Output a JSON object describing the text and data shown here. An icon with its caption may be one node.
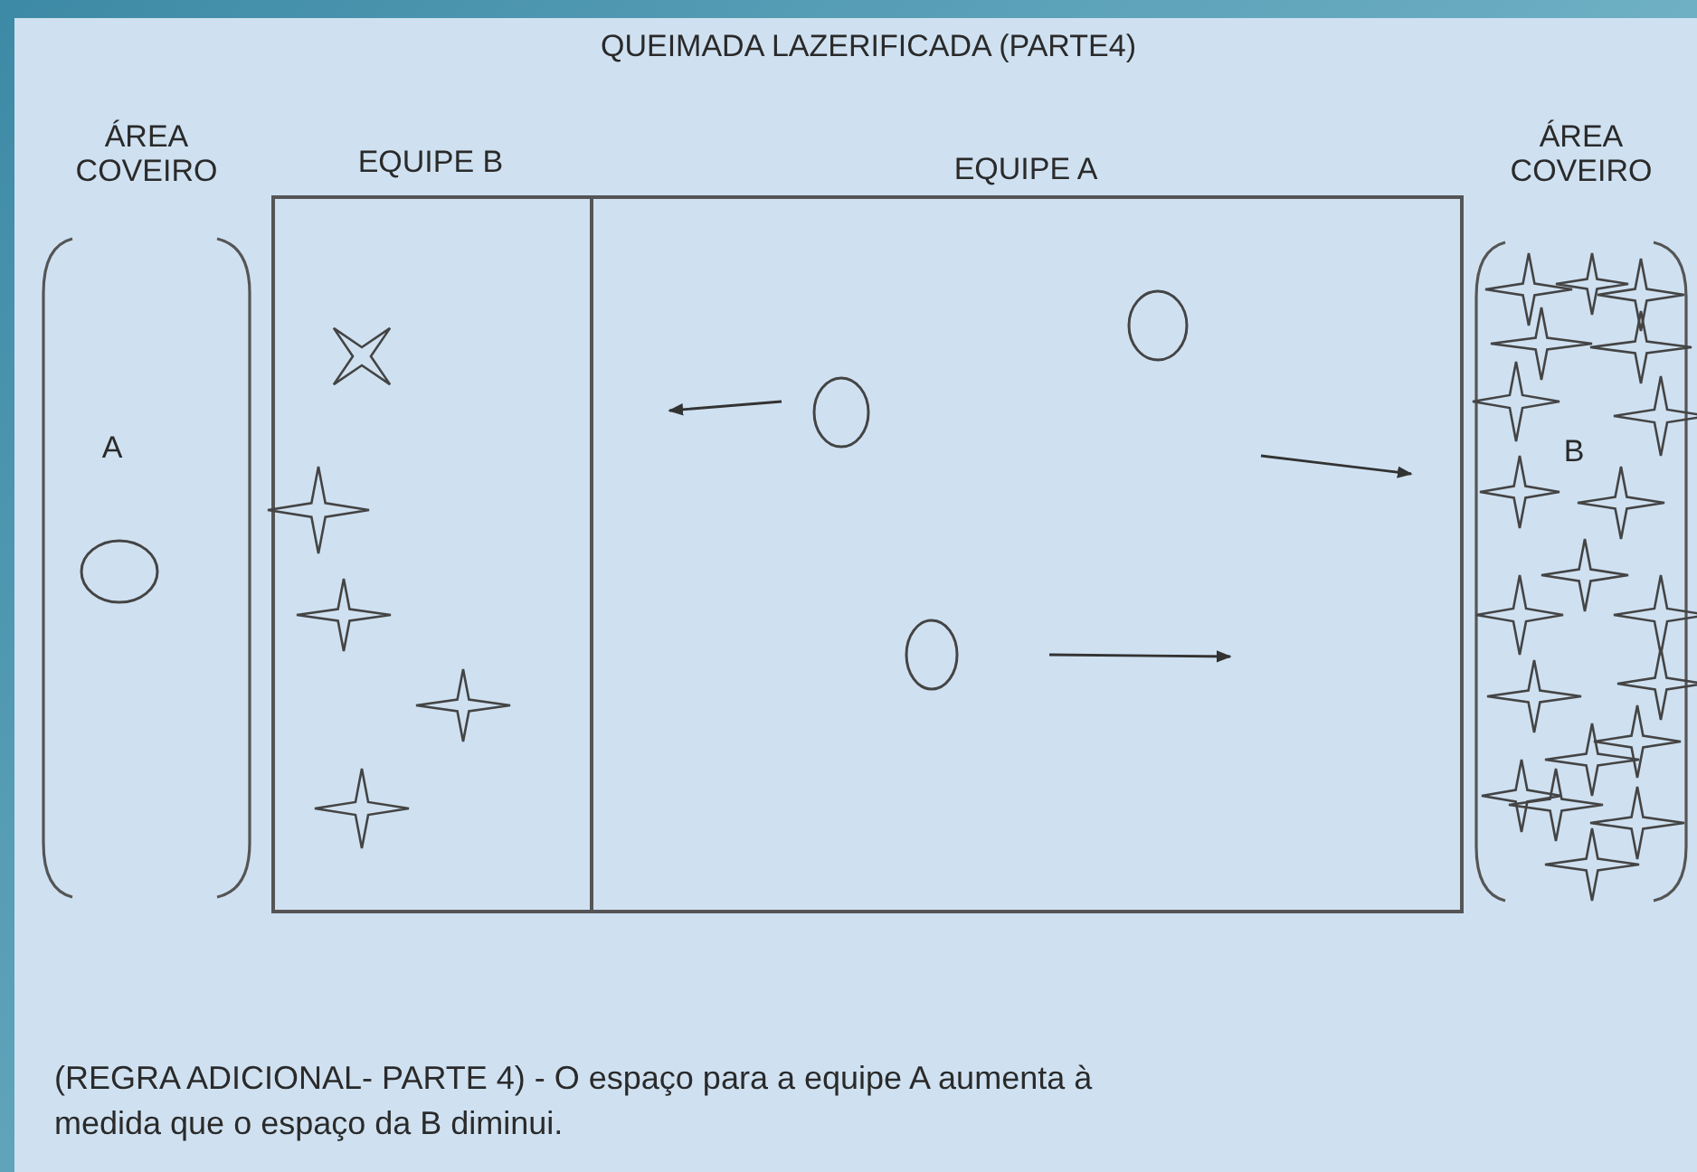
{
  "diagram": {
    "title": "QUEIMADA LAZERIFICADA (PARTE4)",
    "caption": "(REGRA ADICIONAL- PARTE 4) - O espaço para a equipe A aumenta à medida que o espaço da B diminui.",
    "nodes": [
      {
        "text": [
          "ÁREA COVEIRO",
          "A"
        ]
      },
      {
        "text": [
          "EQUIPE B"
        ]
      },
      {
        "text": [
          "EQUIPE A"
        ]
      },
      {
        "text": [
          "ÁREA COVEIRO",
          "B"
        ]
      }
    ]
  }
}
